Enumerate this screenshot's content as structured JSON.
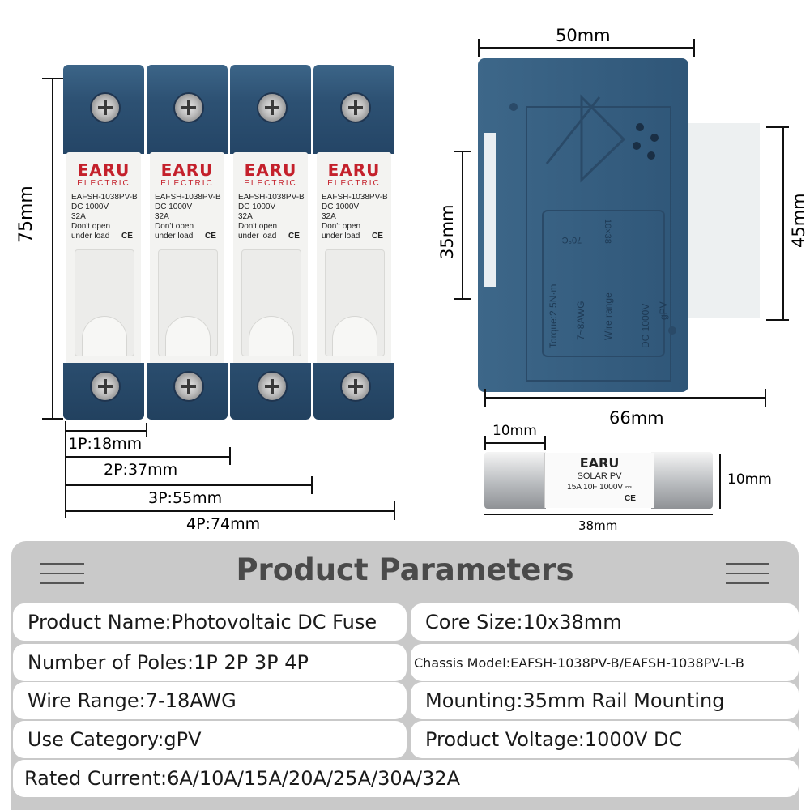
{
  "dimensions": {
    "height_75": "75mm",
    "pole_1": "1P:18mm",
    "pole_2": "2P:37mm",
    "pole_3": "3P:55mm",
    "pole_4": "4P:74mm",
    "width_50": "50mm",
    "rail_35": "35mm",
    "height_45": "45mm",
    "depth_66": "66mm",
    "fuse_cap_10": "10mm",
    "fuse_dia_10": "10mm",
    "fuse_len_38": "38mm"
  },
  "module": {
    "brand": "EARU",
    "brand_sub": "ELECTRIC",
    "model": "EAFSH-1038PV-B",
    "voltage": "DC 1000V",
    "current": "32A",
    "warning1": "Don't open",
    "warning2": "under load",
    "ce": "CE"
  },
  "chassis": {
    "size": "10×38",
    "temp": "70°C",
    "category": "gPV",
    "voltage": "DC 1000V",
    "wire_range": "Wire range",
    "awg": "7~8AWG",
    "torque": "Torque:2.5N·m"
  },
  "fuse": {
    "brand": "EARU",
    "type": "SOLAR PV",
    "rating": "15A 10F 1000V ⎓",
    "ce": "CE"
  },
  "params": {
    "title": "Product Parameters",
    "rows": [
      {
        "left": "Product Name:Photovoltaic DC Fuse",
        "right": "Core Size:10x38mm"
      },
      {
        "left": "Number of Poles:1P 2P 3P 4P",
        "right": "Chassis Model:EAFSH-1038PV-B/EAFSH-1038PV-L-B"
      },
      {
        "left": "Wire Range:7-18AWG",
        "right": "Mounting:35mm Rail Mounting"
      },
      {
        "left": "Use Category:gPV",
        "right": "Product Voltage:1000V DC"
      }
    ],
    "full": "Rated Current:6A/10A/15A/20A/25A/30A/32A"
  }
}
